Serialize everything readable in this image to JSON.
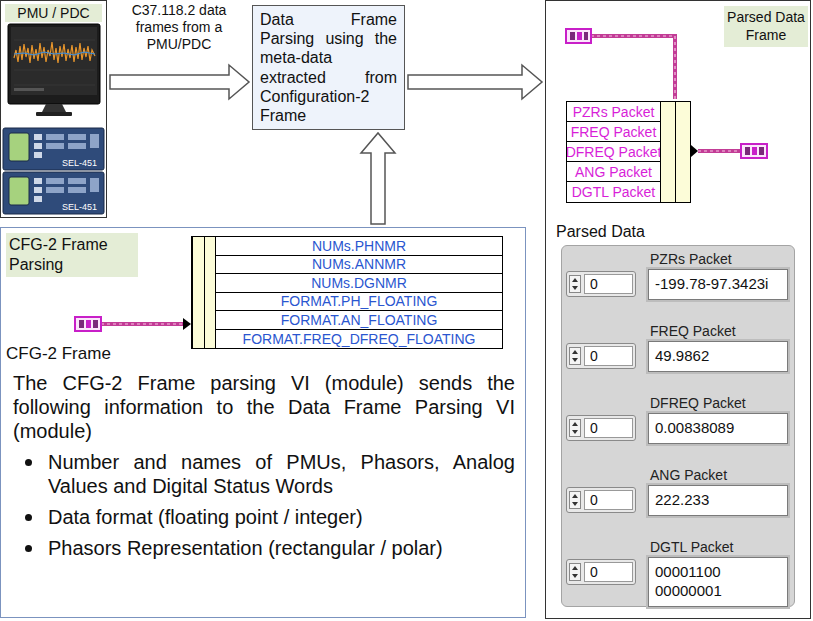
{
  "diagram": {
    "nodes": [
      {
        "text": [
          "PMU / PDC"
        ]
      },
      {
        "text": [
          "Data Frame Parsing using the meta-data extracted from Configuration-2 Frame"
        ]
      },
      {
        "text": [
          "Parsed Data Frame"
        ]
      },
      {
        "text": [
          "PZRs Packet",
          "FREQ Packet",
          "DFREQ Packet",
          "ANG Packet",
          "DGTL Packet"
        ],
        "in": 2
      },
      {
        "text": [
          "Parsed Data"
        ],
        "in": 2
      },
      {
        "text": [
          "PZRs Packet",
          "0",
          "-199.78-97.3423i"
        ],
        "in": 4
      },
      {
        "text": [
          "FREQ Packet",
          "0",
          "49.9862"
        ],
        "in": 4
      },
      {
        "text": [
          "DFREQ Packet",
          "0",
          "0.00838089"
        ],
        "in": 4
      },
      {
        "text": [
          "ANG Packet",
          "0",
          "222.233"
        ],
        "in": 4
      },
      {
        "text": [
          "DGTL Packet",
          "0",
          "00001100 00000001"
        ],
        "in": 4
      },
      {
        "text": [
          "CFG-2 Frame Parsing",
          "CFG-2 Frame",
          "The CFG-2 Frame parsing VI (module) sends the following information to the Data Frame Parsing VI (module)",
          "Number and names of PMUs, Phasors, Analog Values and Digital Status Words",
          "Data format (floating point / integer)",
          "Phasors Representation (rectangular / polar)"
        ]
      },
      {
        "text": [
          "NUMs.PHNMR",
          "NUMs.ANNMR",
          "NUMs.DGNMR",
          "FORMAT.PH_FLOATING",
          "FORMAT.AN_FLOATING",
          "FORMAT.FREQ_DFREQ_FLOATING"
        ],
        "in": 10
      }
    ],
    "edges": [
      {
        "from": 0,
        "to": 1,
        "label": "C37.118.2 data frames from a PMU/PDC",
        "arrow": "to"
      },
      {
        "from": 1,
        "to": 2,
        "arrow": "to"
      },
      {
        "from": 10,
        "to": 1,
        "arrow": "to"
      }
    ],
    "labels": [
      "SEL-451",
      "SEL-451"
    ]
  }
}
